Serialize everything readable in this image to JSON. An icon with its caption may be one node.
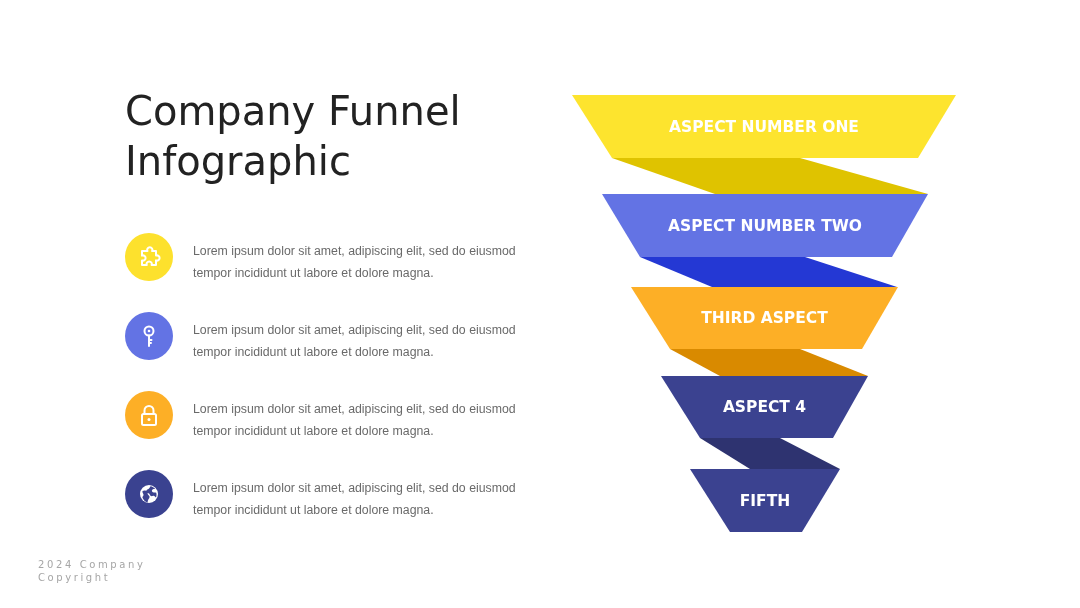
{
  "diagram": {
    "title": "Company Funnel Infographic",
    "nodes": [
      {
        "text": [
          "ASPECT NUMBER ONE"
        ]
      },
      {
        "text": [],
        "shape": "parallelogram"
      },
      {
        "text": [
          "ASPECT NUMBER TWO"
        ]
      },
      {
        "text": [],
        "shape": "parallelogram"
      },
      {
        "text": [
          "THIRD ASPECT"
        ]
      },
      {
        "text": [],
        "shape": "parallelogram"
      },
      {
        "text": [
          "ASPECT 4"
        ]
      },
      {
        "text": [],
        "shape": "parallelogram"
      },
      {
        "text": [
          "FIFTH"
        ]
      }
    ],
    "labels": [
      "Lorem ipsum dolor sit amet, adipiscing elit, sed do eiusmod tempor incididunt ut labore et dolore magna.",
      "Lorem ipsum dolor sit amet, adipiscing elit, sed do eiusmod tempor incididunt ut labore et dolore magna.",
      "Lorem ipsum dolor sit amet, adipiscing elit, sed do eiusmod tempor incididunt ut labore et dolore magna.",
      "Lorem ipsum dolor sit amet, adipiscing elit, sed do eiusmod tempor incididunt ut labore et dolore magna.",
      "2024 Company Copyright"
    ]
  }
}
